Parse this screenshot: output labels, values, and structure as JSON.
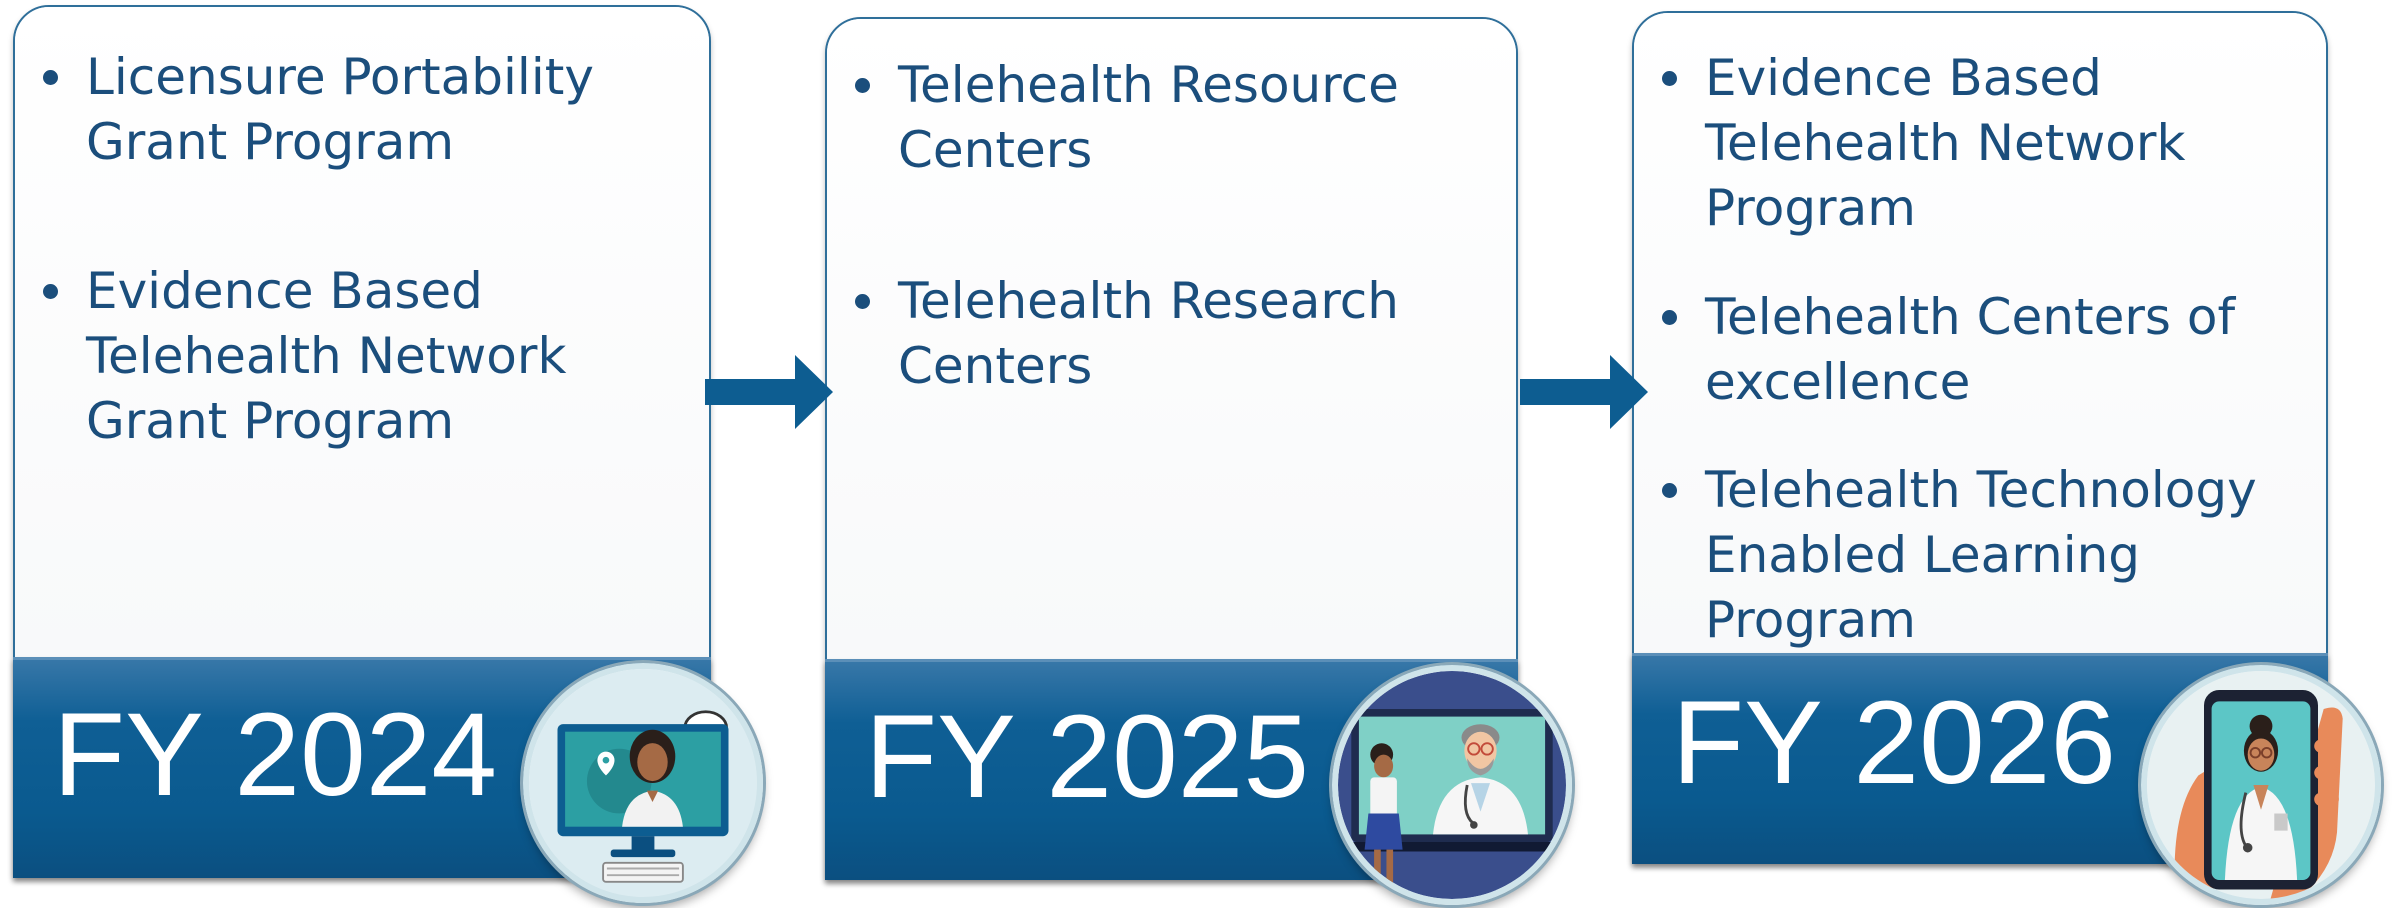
{
  "stages": [
    {
      "label": "FY 2024",
      "bullets": [
        "Licensure Portability\nGrant Program",
        "Evidence Based\nTelehealth Network\nGrant Program"
      ]
    },
    {
      "label": "FY 2025",
      "bullets": [
        "Telehealth Resource\nCenters",
        "Telehealth Research\nCenters"
      ]
    },
    {
      "label": "FY 2026",
      "bullets": [
        "Evidence Based\nTelehealth Network\nProgram",
        "Telehealth Centers of\nexcellence",
        "Telehealth Technology\nEnabled Learning\nProgram"
      ]
    }
  ],
  "icons": [
    "telehealth-desktop-icon",
    "telehealth-video-call-icon",
    "telehealth-phone-icon"
  ],
  "colors": {
    "band": "#0a5a8f",
    "text": "#1b4e7c",
    "arrow": "#0d5d91",
    "card_border": "#2f6f9a"
  }
}
